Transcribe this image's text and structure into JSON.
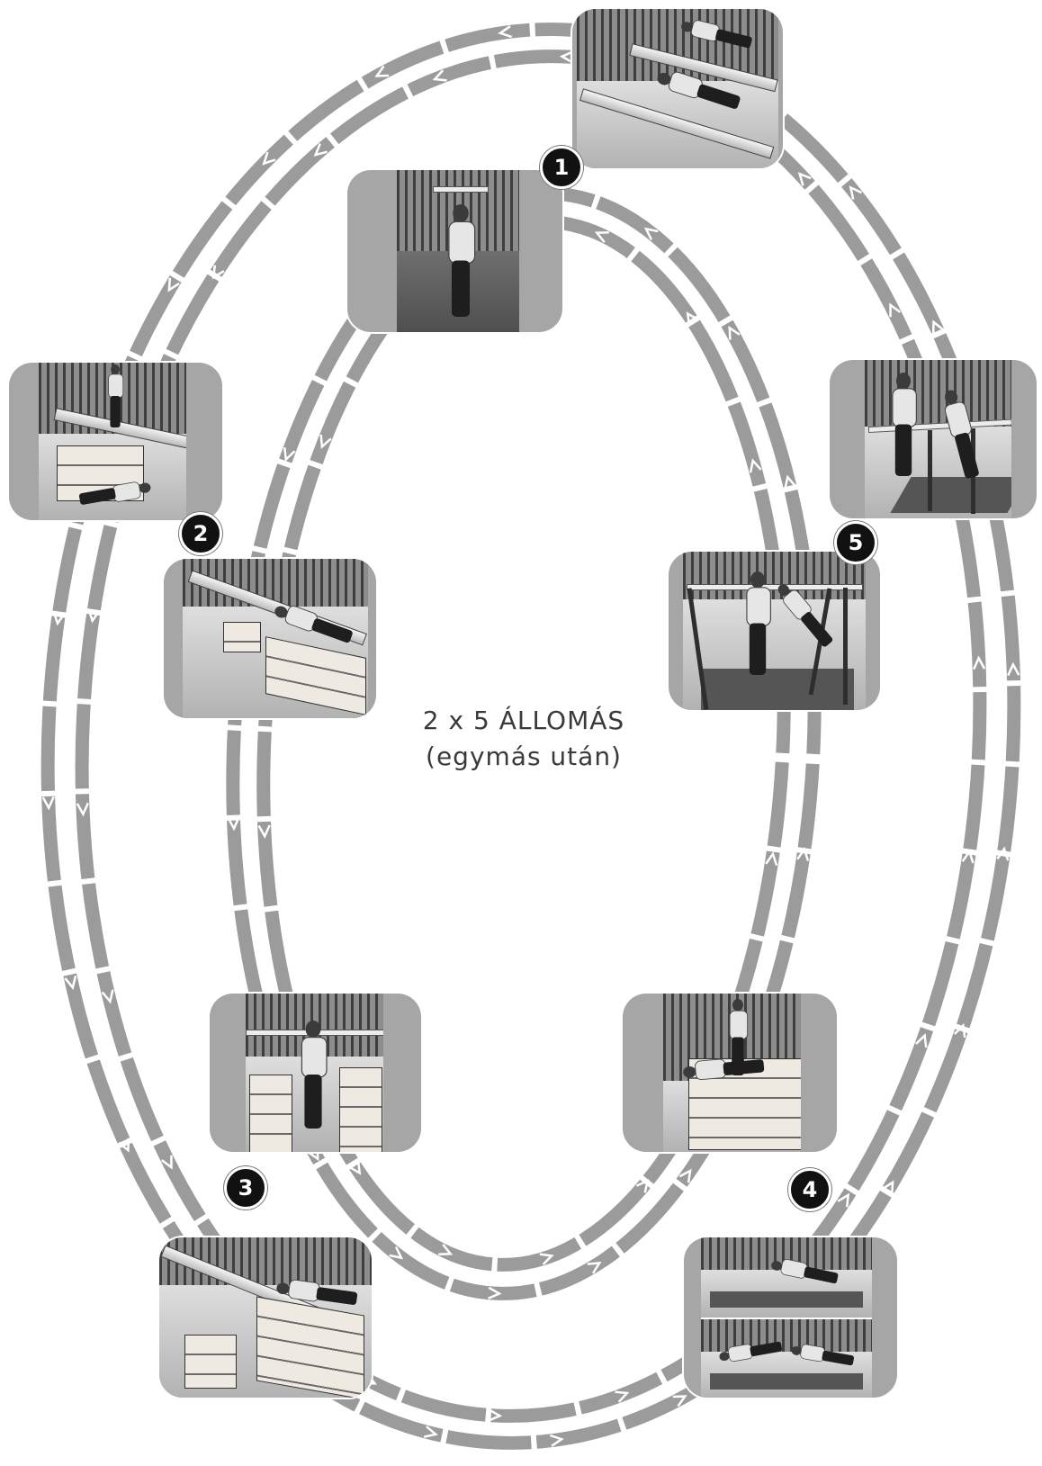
{
  "diagram": {
    "title": "2 x 5 ÁLLOMÁS",
    "subtitle": "(egymás után)"
  },
  "stations": [
    {
      "number": "1"
    },
    {
      "number": "2"
    },
    {
      "number": "3"
    },
    {
      "number": "4"
    },
    {
      "number": "5"
    }
  ],
  "colors": {
    "loop_band": "#9b9b9b",
    "badge_fill": "#111111",
    "badge_text": "#ffffff",
    "background": "#ffffff"
  }
}
